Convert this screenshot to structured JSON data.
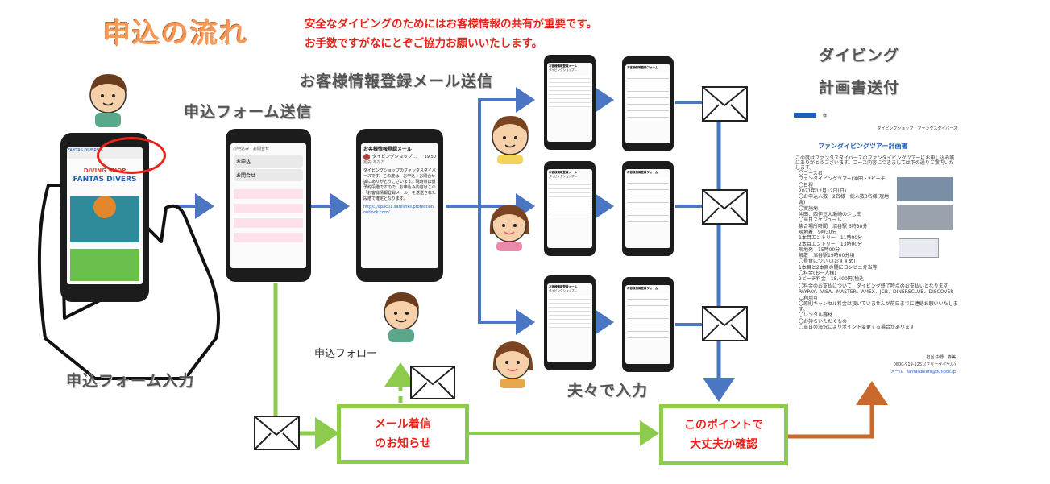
{
  "title": "申込の流れ",
  "notice": {
    "line1": "安全なダイビングのためにはお客様情報の共有が重要です。",
    "line2": "お手数ですがなにとぞご協力お願いいたします。"
  },
  "labels": {
    "form_input": "申込フォーム入力",
    "form_send": "申込フォーム送信",
    "reg_mail_send": "お客様情報登録メール送信",
    "plan_send_line1": "ダイビング",
    "plan_send_line2": "計画書送付",
    "each_input": "夫々で入力",
    "follow": "申込フォロー"
  },
  "boxes": {
    "mail_notify": [
      "メール着信",
      "のお知らせ"
    ],
    "confirm": [
      "このポイントで",
      "大丈夫か確認"
    ]
  },
  "phone_left": {
    "shop_line1": "DIVING SHOP",
    "shop_line2": "FANTAS DIVERS"
  },
  "phone_form": {
    "header": "お申込み・お問合せ",
    "btn1": "お申込",
    "btn2": "お問合せ"
  },
  "phone_mail": {
    "subject": "お客様情報登録メール",
    "sender": "ダイビングショップ…",
    "time": "19:50",
    "to": "宛先:あなた",
    "body": "ダイビングショップのファンタスダイバースです。この度は、お申込・お問合せ誠にありがとうございます。現時点は仮予約段階ですので、お申込み内容はこの「お客様情報登録メール」を返送された段階で確定となります。",
    "link": "https://apac01.safelinks.protection.outlook.com/"
  },
  "mini_phone": {
    "subject": "お客様情報登録メール",
    "sender": "ダイビングショップ…",
    "form_title": "お客様情報登録フォーム"
  },
  "plan_doc": {
    "tab": "様",
    "shop": "ダイビングショップ　ファンタスダイバース",
    "title": "ファンダイビングツアー計画書",
    "intro": "この度はファンタスダイバースのファンダイビングツアーにお申し込み誠にありがとうございます。コース内容につきましては下の通りご案内いたします。",
    "items": [
      "〇コース名",
      "ファンダイビングツアー(沖田・2ビーチ",
      "〇日程",
      "2021年12月12日(日)",
      "〇お申込人数　2名様　総人数3名様(現地含)",
      "〇実施地",
      "沖田：西伊豆大瀬崎の少し南",
      "〇当日スケジュール",
      "集合場所時間　沼谷駅 6時30分",
      "現地着　9時30分",
      "1本目エントリー　11時00分",
      "2本目エントリー　13時00分",
      "現地発　15時00分",
      "解散　沼谷駅19時00分頃",
      "〇昼食について(おすすめ)",
      "1本目と2本目の間にコンビニ弁当等",
      "〇料金(お一人様)",
      "2ビーチ料金　18,400円(税込",
      "〇料金のお支払について　ダイビング終了時点のお支払いとなります",
      "PAYPAY、VISA、MASTER、AMEX、JCB、DINERSCLUB、DISCOVERご利用可",
      "〇原則キャンセル料金は頂いていませんが前日までに連絡お願いいたします。",
      "〇レンタル器材",
      "〇お持ちいただくもの",
      "〇当日の海況によりポイント変更する場合があります"
    ],
    "contact": "担当:中野　森美",
    "phone": "0800-919-1251(フリーダイヤル)",
    "mail": "メール　fantasdivers@outlook.jp"
  },
  "colors": {
    "blue_arrow": "#4a76c4",
    "green_line": "#8ccb4b",
    "orange_arrow": "#c96a2c",
    "red_text": "#e8231b",
    "title_orange": "#f39a5a"
  }
}
